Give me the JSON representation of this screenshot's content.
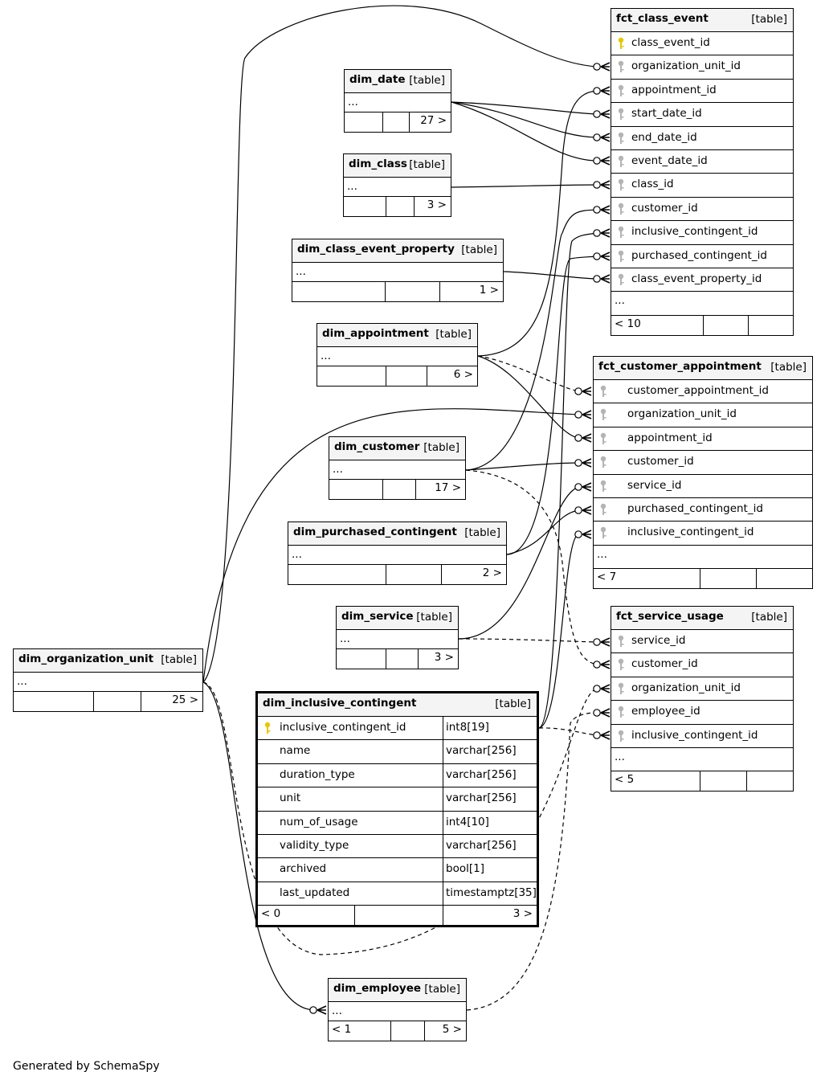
{
  "generator": "Generated by SchemaSpy",
  "type_label": "[table]",
  "ellipsis": "...",
  "tables": {
    "fct_class_event": {
      "name": "fct_class_event",
      "columns": [
        "class_event_id",
        "organization_unit_id",
        "appointment_id",
        "start_date_id",
        "end_date_id",
        "event_date_id",
        "class_id",
        "customer_id",
        "inclusive_contingent_id",
        "purchased_contingent_id",
        "class_event_property_id"
      ],
      "primary_key": "class_event_id",
      "parents": "< 10"
    },
    "fct_customer_appointment": {
      "name": "fct_customer_appointment",
      "columns": [
        "customer_appointment_id",
        "organization_unit_id",
        "appointment_id",
        "customer_id",
        "service_id",
        "purchased_contingent_id",
        "inclusive_contingent_id"
      ],
      "parents": "< 7"
    },
    "fct_service_usage": {
      "name": "fct_service_usage",
      "columns": [
        "service_id",
        "customer_id",
        "organization_unit_id",
        "employee_id",
        "inclusive_contingent_id"
      ],
      "parents": "< 5"
    },
    "dim_date": {
      "name": "dim_date",
      "children": "27 >"
    },
    "dim_class": {
      "name": "dim_class",
      "children": "3 >"
    },
    "dim_class_event_property": {
      "name": "dim_class_event_property",
      "children": "1 >"
    },
    "dim_appointment": {
      "name": "dim_appointment",
      "children": "6 >"
    },
    "dim_customer": {
      "name": "dim_customer",
      "children": "17 >"
    },
    "dim_purchased_contingent": {
      "name": "dim_purchased_contingent",
      "children": "2 >"
    },
    "dim_service": {
      "name": "dim_service",
      "children": "3 >"
    },
    "dim_organization_unit": {
      "name": "dim_organization_unit",
      "children": "25 >"
    },
    "dim_employee": {
      "name": "dim_employee",
      "parents": "< 1",
      "children": "5 >"
    },
    "dim_inclusive_contingent": {
      "name": "dim_inclusive_contingent",
      "columns": [
        {
          "name": "inclusive_contingent_id",
          "type": "int8[19]"
        },
        {
          "name": "name",
          "type": "varchar[256]"
        },
        {
          "name": "duration_type",
          "type": "varchar[256]"
        },
        {
          "name": "unit",
          "type": "varchar[256]"
        },
        {
          "name": "num_of_usage",
          "type": "int4[10]"
        },
        {
          "name": "validity_type",
          "type": "varchar[256]"
        },
        {
          "name": "archived",
          "type": "bool[1]"
        },
        {
          "name": "last_updated",
          "type": "timestamptz[35]"
        }
      ],
      "primary_key": "inclusive_contingent_id",
      "parents": "< 0",
      "children": "3 >"
    }
  },
  "colors": {
    "primary_key": "#e6c800",
    "foreign_key": "#b4b4b4",
    "header": "#f4f4f4",
    "line": "#000000"
  }
}
